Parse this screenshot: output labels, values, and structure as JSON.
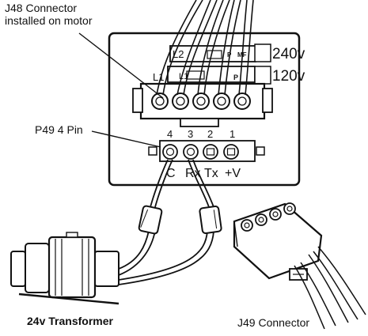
{
  "callouts": {
    "j48_line1": "J48 Connector",
    "j48_line2": "installed on motor",
    "p49": "P49 4 Pin",
    "transformer": "24v Transformer",
    "j49": "J49 Connector"
  },
  "voltages": {
    "high": "240v",
    "low": "120v"
  },
  "strip_labels": {
    "upper": [
      "L2",
      "MF",
      "P"
    ],
    "lower": [
      "L1",
      "L1",
      "P"
    ]
  },
  "p49_pins": [
    {
      "number": "4",
      "signal": "C"
    },
    {
      "number": "3",
      "signal": "Rx"
    },
    {
      "number": "2",
      "signal": "Tx"
    },
    {
      "number": "1",
      "signal": "+V"
    }
  ]
}
